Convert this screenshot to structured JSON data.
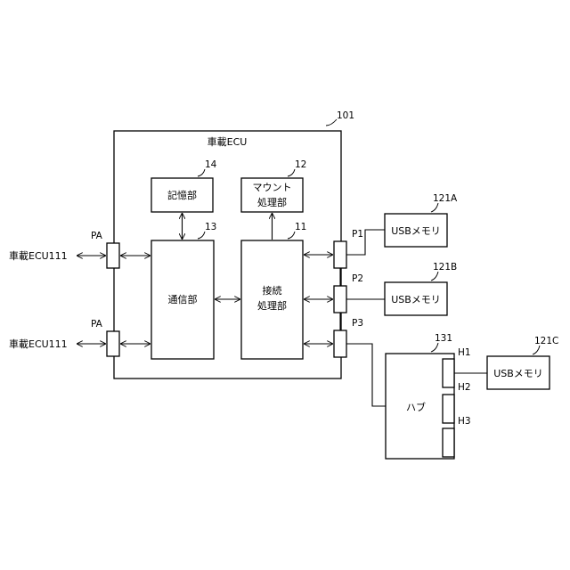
{
  "ecu": {
    "title": "車載ECU",
    "ref": "101"
  },
  "storage": {
    "label": "記憶部",
    "ref": "14"
  },
  "mount": {
    "label_line1": "マウント",
    "label_line2": "処理部",
    "ref": "12"
  },
  "comm": {
    "label": "通信部",
    "ref": "13"
  },
  "conn": {
    "label_line1": "接続",
    "label_line2": "処理部",
    "ref": "11"
  },
  "ports": {
    "pa_top": "PA",
    "pa_bottom": "PA",
    "p1": "P1",
    "p2": "P2",
    "p3": "P3"
  },
  "external_ecu": {
    "top": "車載ECU111",
    "bottom": "車載ECU111"
  },
  "usb": {
    "a": {
      "label": "USBメモリ",
      "ref": "121A"
    },
    "b": {
      "label": "USBメモリ",
      "ref": "121B"
    },
    "c": {
      "label": "USBメモリ",
      "ref": "121C"
    }
  },
  "hub": {
    "label": "ハブ",
    "ref": "131",
    "ports": [
      "H1",
      "H2",
      "H3"
    ]
  }
}
